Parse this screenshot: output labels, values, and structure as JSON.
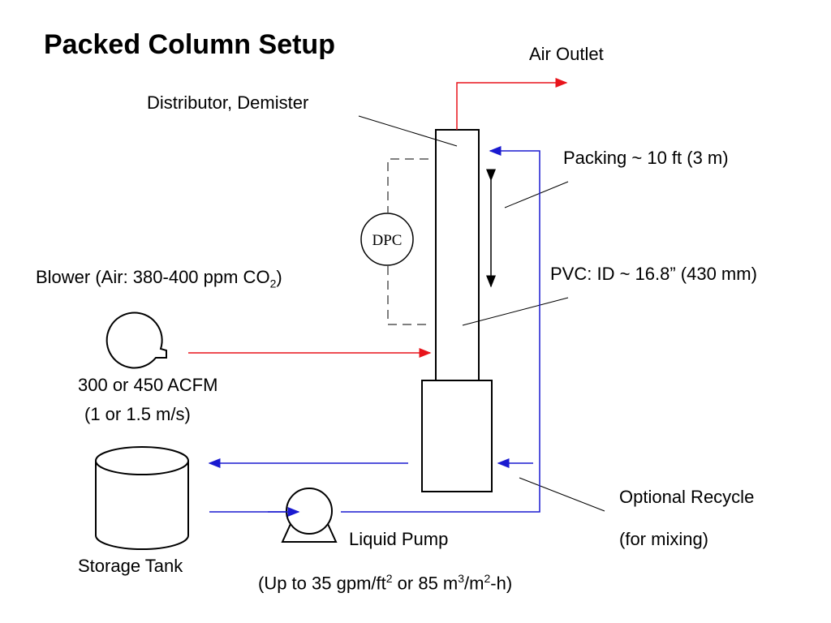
{
  "title": "Packed Column Setup",
  "labels": {
    "air_outlet": "Air Outlet",
    "distributor": "Distributor, Demister",
    "packing": "Packing ~ 10 ft (3 m)",
    "dpc": "DPC",
    "blower_prefix": "Blower (Air: 380-400 ppm CO",
    "blower_sub": "2",
    "blower_suffix": ")",
    "pvc": "PVC: ID ~ 16.8” (430 mm)",
    "flow_line1": "300 or 450 ACFM",
    "flow_line2": "(1 or 1.5 m/s)",
    "recycle_line1": "Optional Recycle",
    "recycle_line2": "(for mixing)",
    "liquid_pump": "Liquid Pump",
    "storage_tank": "Storage Tank",
    "pump_rate_a": "(Up to 35 gpm/ft",
    "pump_rate_sup1": "2",
    "pump_rate_b": " or 85 m",
    "pump_rate_sup2": "3",
    "pump_rate_c": "/m",
    "pump_rate_sup3": "2",
    "pump_rate_d": "-h)"
  },
  "colors": {
    "air": "#e8141b",
    "liquid": "#1a1ad0",
    "outline": "#000000",
    "dashed": "#555555"
  }
}
